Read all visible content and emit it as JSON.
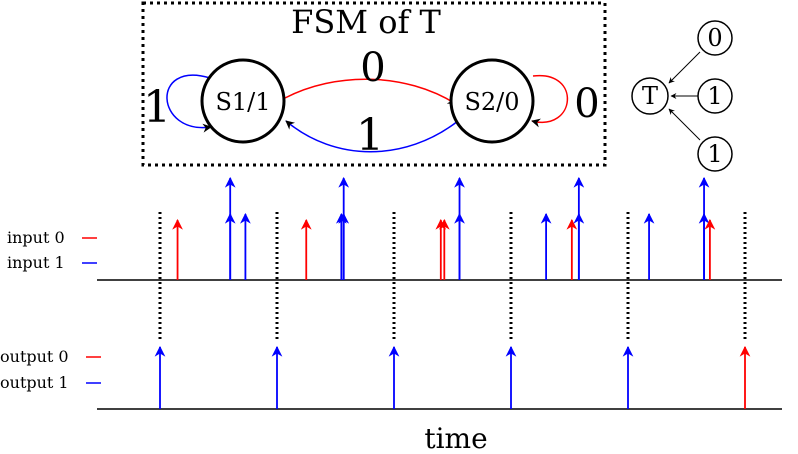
{
  "fsm": {
    "title": "FSM of T",
    "states": [
      {
        "id": "s1",
        "label": "S1/1"
      },
      {
        "id": "s2",
        "label": "S2/0"
      }
    ],
    "transitions": [
      {
        "id": "s1-self",
        "label": "1",
        "input": 1
      },
      {
        "id": "s1-to-s2",
        "label": "0",
        "input": 0
      },
      {
        "id": "s2-to-s1",
        "label": "1",
        "input": 1
      },
      {
        "id": "s2-self",
        "label": "0",
        "input": 0
      }
    ]
  },
  "mini_graph": {
    "center": "T",
    "inputs": [
      "0",
      "1",
      "1"
    ]
  },
  "legend": {
    "input0": "input 0",
    "input1": "input 1",
    "output0": "output 0",
    "output1": "output 1"
  },
  "axis": {
    "xlabel": "time"
  },
  "colors": {
    "value0": "#ff0000",
    "value1": "#0000ff",
    "ink": "#000000"
  },
  "timeline": {
    "clock_ticks": [
      1,
      2,
      3,
      4,
      5,
      6
    ],
    "input_spikes": [
      {
        "t": 1.15,
        "v": 0
      },
      {
        "t": 1.6,
        "v": 1
      },
      {
        "t": 1.73,
        "v": 1
      },
      {
        "t": 2.25,
        "v": 0
      },
      {
        "t": 2.55,
        "v": 1
      },
      {
        "t": 2.57,
        "v": 1
      },
      {
        "t": 3.4,
        "v": 0
      },
      {
        "t": 3.43,
        "v": 0
      },
      {
        "t": 3.56,
        "v": 1
      },
      {
        "t": 4.3,
        "v": 1
      },
      {
        "t": 4.52,
        "v": 0
      },
      {
        "t": 4.58,
        "v": 1
      },
      {
        "t": 5.18,
        "v": 1
      },
      {
        "t": 5.65,
        "v": 1
      },
      {
        "t": 5.7,
        "v": 0
      }
    ],
    "output_spikes": [
      {
        "t": 1,
        "v": 1
      },
      {
        "t": 2,
        "v": 1
      },
      {
        "t": 3,
        "v": 1
      },
      {
        "t": 4,
        "v": 1
      },
      {
        "t": 5,
        "v": 1
      },
      {
        "t": 6,
        "v": 0
      }
    ]
  }
}
